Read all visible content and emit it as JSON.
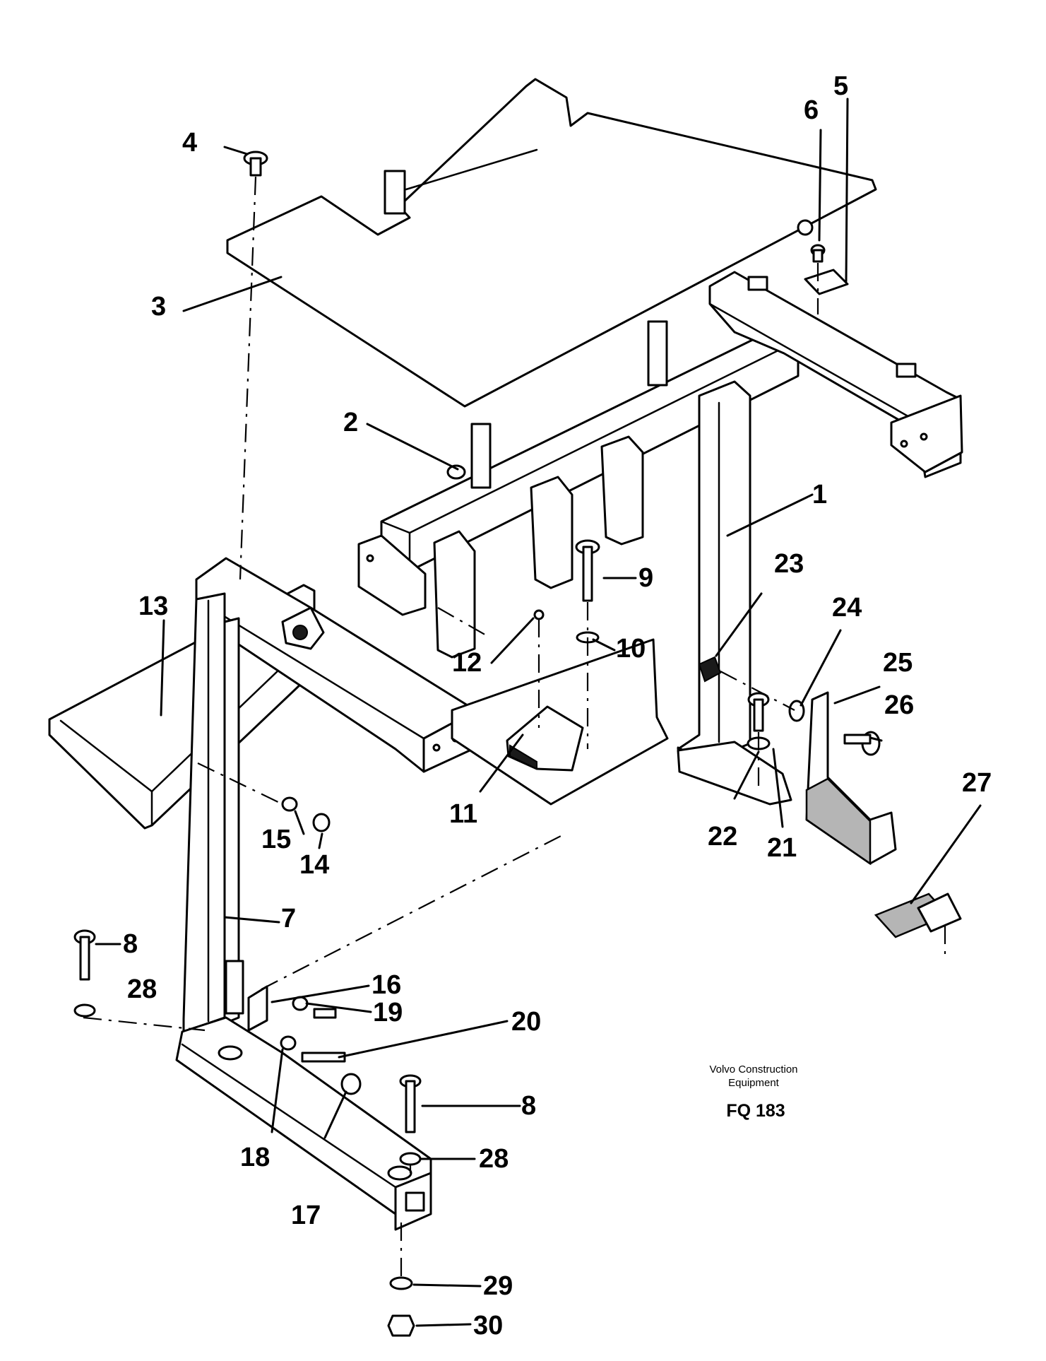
{
  "callouts": [
    {
      "id": "1",
      "label": "1"
    },
    {
      "id": "2",
      "label": "2"
    },
    {
      "id": "3",
      "label": "3"
    },
    {
      "id": "4",
      "label": "4"
    },
    {
      "id": "5",
      "label": "5"
    },
    {
      "id": "6",
      "label": "6"
    },
    {
      "id": "7",
      "label": "7"
    },
    {
      "id": "8a",
      "label": "8"
    },
    {
      "id": "8b",
      "label": "8"
    },
    {
      "id": "9",
      "label": "9"
    },
    {
      "id": "10",
      "label": "10"
    },
    {
      "id": "11",
      "label": "11"
    },
    {
      "id": "12",
      "label": "12"
    },
    {
      "id": "13",
      "label": "13"
    },
    {
      "id": "14",
      "label": "14"
    },
    {
      "id": "15",
      "label": "15"
    },
    {
      "id": "16",
      "label": "16"
    },
    {
      "id": "17",
      "label": "17"
    },
    {
      "id": "18",
      "label": "18"
    },
    {
      "id": "19",
      "label": "19"
    },
    {
      "id": "20",
      "label": "20"
    },
    {
      "id": "21",
      "label": "21"
    },
    {
      "id": "22",
      "label": "22"
    },
    {
      "id": "23",
      "label": "23"
    },
    {
      "id": "24",
      "label": "24"
    },
    {
      "id": "25",
      "label": "25"
    },
    {
      "id": "26",
      "label": "26"
    },
    {
      "id": "27",
      "label": "27"
    },
    {
      "id": "28a",
      "label": "28"
    },
    {
      "id": "28b",
      "label": "28"
    },
    {
      "id": "29",
      "label": "29"
    },
    {
      "id": "30",
      "label": "30"
    }
  ],
  "caption": {
    "line1": "Volvo Construction",
    "line2": "Equipment",
    "code": "FQ 183"
  }
}
